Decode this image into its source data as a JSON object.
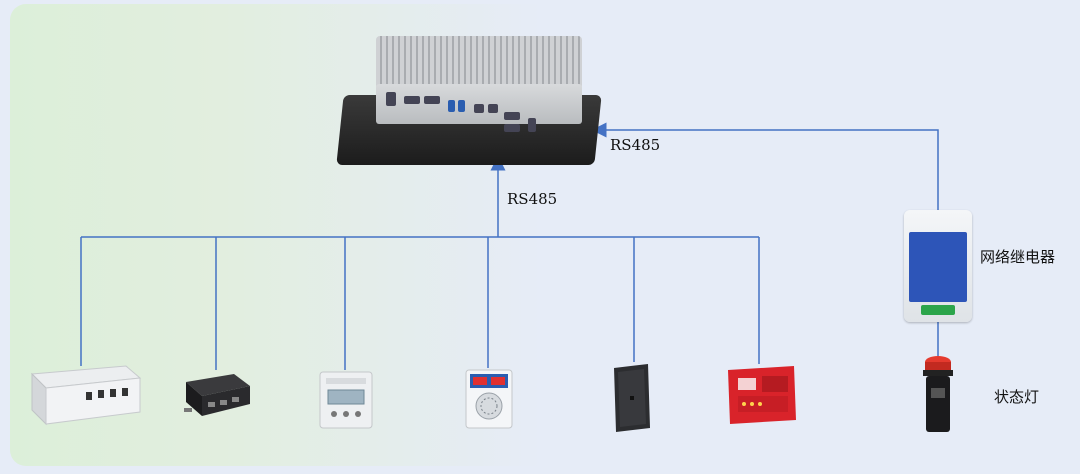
{
  "labels": {
    "rs485_right": "RS485",
    "rs485_center": "RS485",
    "relay": "网络继电器",
    "status_light": "状态灯"
  },
  "colors": {
    "wire": "#4472c4",
    "arrow": "#4472c4",
    "fire_panel_red": "#d9232a",
    "relay_blue": "#2d55b8"
  },
  "devices": [
    {
      "id": "industrial-pc",
      "icon": "industrial-pc-icon"
    },
    {
      "id": "power-supply",
      "icon": "power-supply-icon"
    },
    {
      "id": "usb-hub",
      "icon": "hub-icon"
    },
    {
      "id": "energy-meter",
      "icon": "meter-icon"
    },
    {
      "id": "temp-humidity-controller",
      "icon": "controller-icon"
    },
    {
      "id": "card-reader",
      "icon": "card-reader-icon"
    },
    {
      "id": "fire-alarm-panel",
      "icon": "fire-panel-icon"
    },
    {
      "id": "network-relay",
      "icon": "relay-icon"
    },
    {
      "id": "status-light",
      "icon": "status-light-icon"
    }
  ]
}
